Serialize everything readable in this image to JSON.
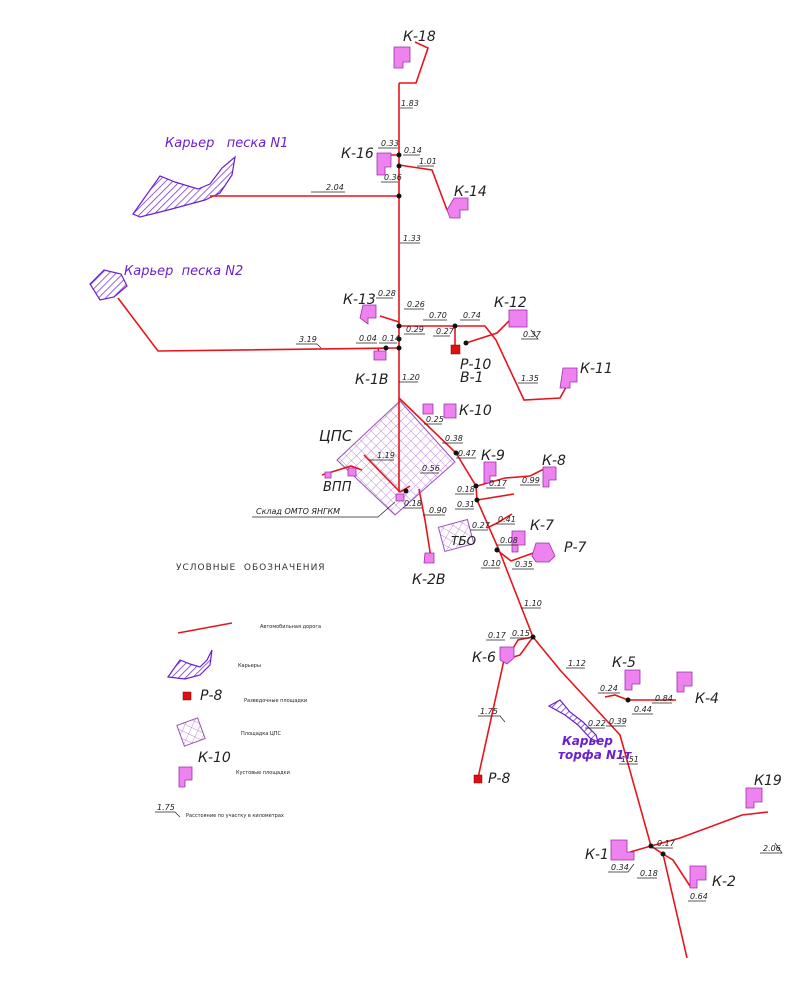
{
  "quarries": {
    "sand1_label": "Карьер   песка N1",
    "sand2_label": "Карьер  песка N2",
    "peat_label_line1": "Карьер",
    "peat_label_line2": "торфа N1т"
  },
  "facilities": {
    "cps": "ЦПС",
    "vpp": "ВПП",
    "tbo": "ТБО",
    "warehouse": "Склад ОМТО ЯНГКМ"
  },
  "pads": [
    "К-18",
    "К-16",
    "К-14",
    "К-13",
    "К-1В",
    "К-12",
    "К-11",
    "К-10",
    "К-9",
    "К-8",
    "К-7",
    "Р-7",
    "К-2В",
    "К-6",
    "К-5",
    "К-4",
    "К19",
    "К-1",
    "К-2"
  ],
  "dumps": [
    "Р-10",
    "В-1",
    "Р-8"
  ],
  "distances": [
    "1.83",
    "0.33",
    "0.14",
    "1.01",
    "0.36",
    "2.04",
    "1.33",
    "0.28",
    "0.26",
    "0.70",
    "0.74",
    "0.27",
    "0.37",
    "0.04",
    "0.14",
    "0.29",
    "3.19",
    "1.35",
    "1.20",
    "0.25",
    "0.38",
    "0.47",
    "1.19",
    "0.56",
    "0.18",
    "0.18",
    "0.17",
    "0.99",
    "0.31",
    "0.90",
    "0.41",
    "0.27",
    "0.08",
    "0.10",
    "0.35",
    "1.10",
    "0.17",
    "0.15",
    "1.12",
    "0.24",
    "0.84",
    "0.44",
    "0.39",
    "0.22",
    "1.75",
    "1.51",
    "0.17",
    "0.34",
    "0.18",
    "0.64",
    "2.06"
  ],
  "legend": {
    "title": "УСЛОВНЫЕ  ОБОЗНАЧЕНИЯ",
    "road": "Автомобильная дорога",
    "quarries": "Карьеры",
    "dumps_symbol": "Р-8",
    "dumps": "Разведочные площадки",
    "cps": "Площадка ЦПС",
    "pads_symbol": "К-10",
    "pads": "Кустовые площадки",
    "distance_symbol": "1.75",
    "distance": "Расстояние по участку в километрах"
  },
  "colors": {
    "road": "#e8141c",
    "pad": "#ee82ee",
    "quarry_outline": "#6a1fd0",
    "dump": "#e01010"
  }
}
